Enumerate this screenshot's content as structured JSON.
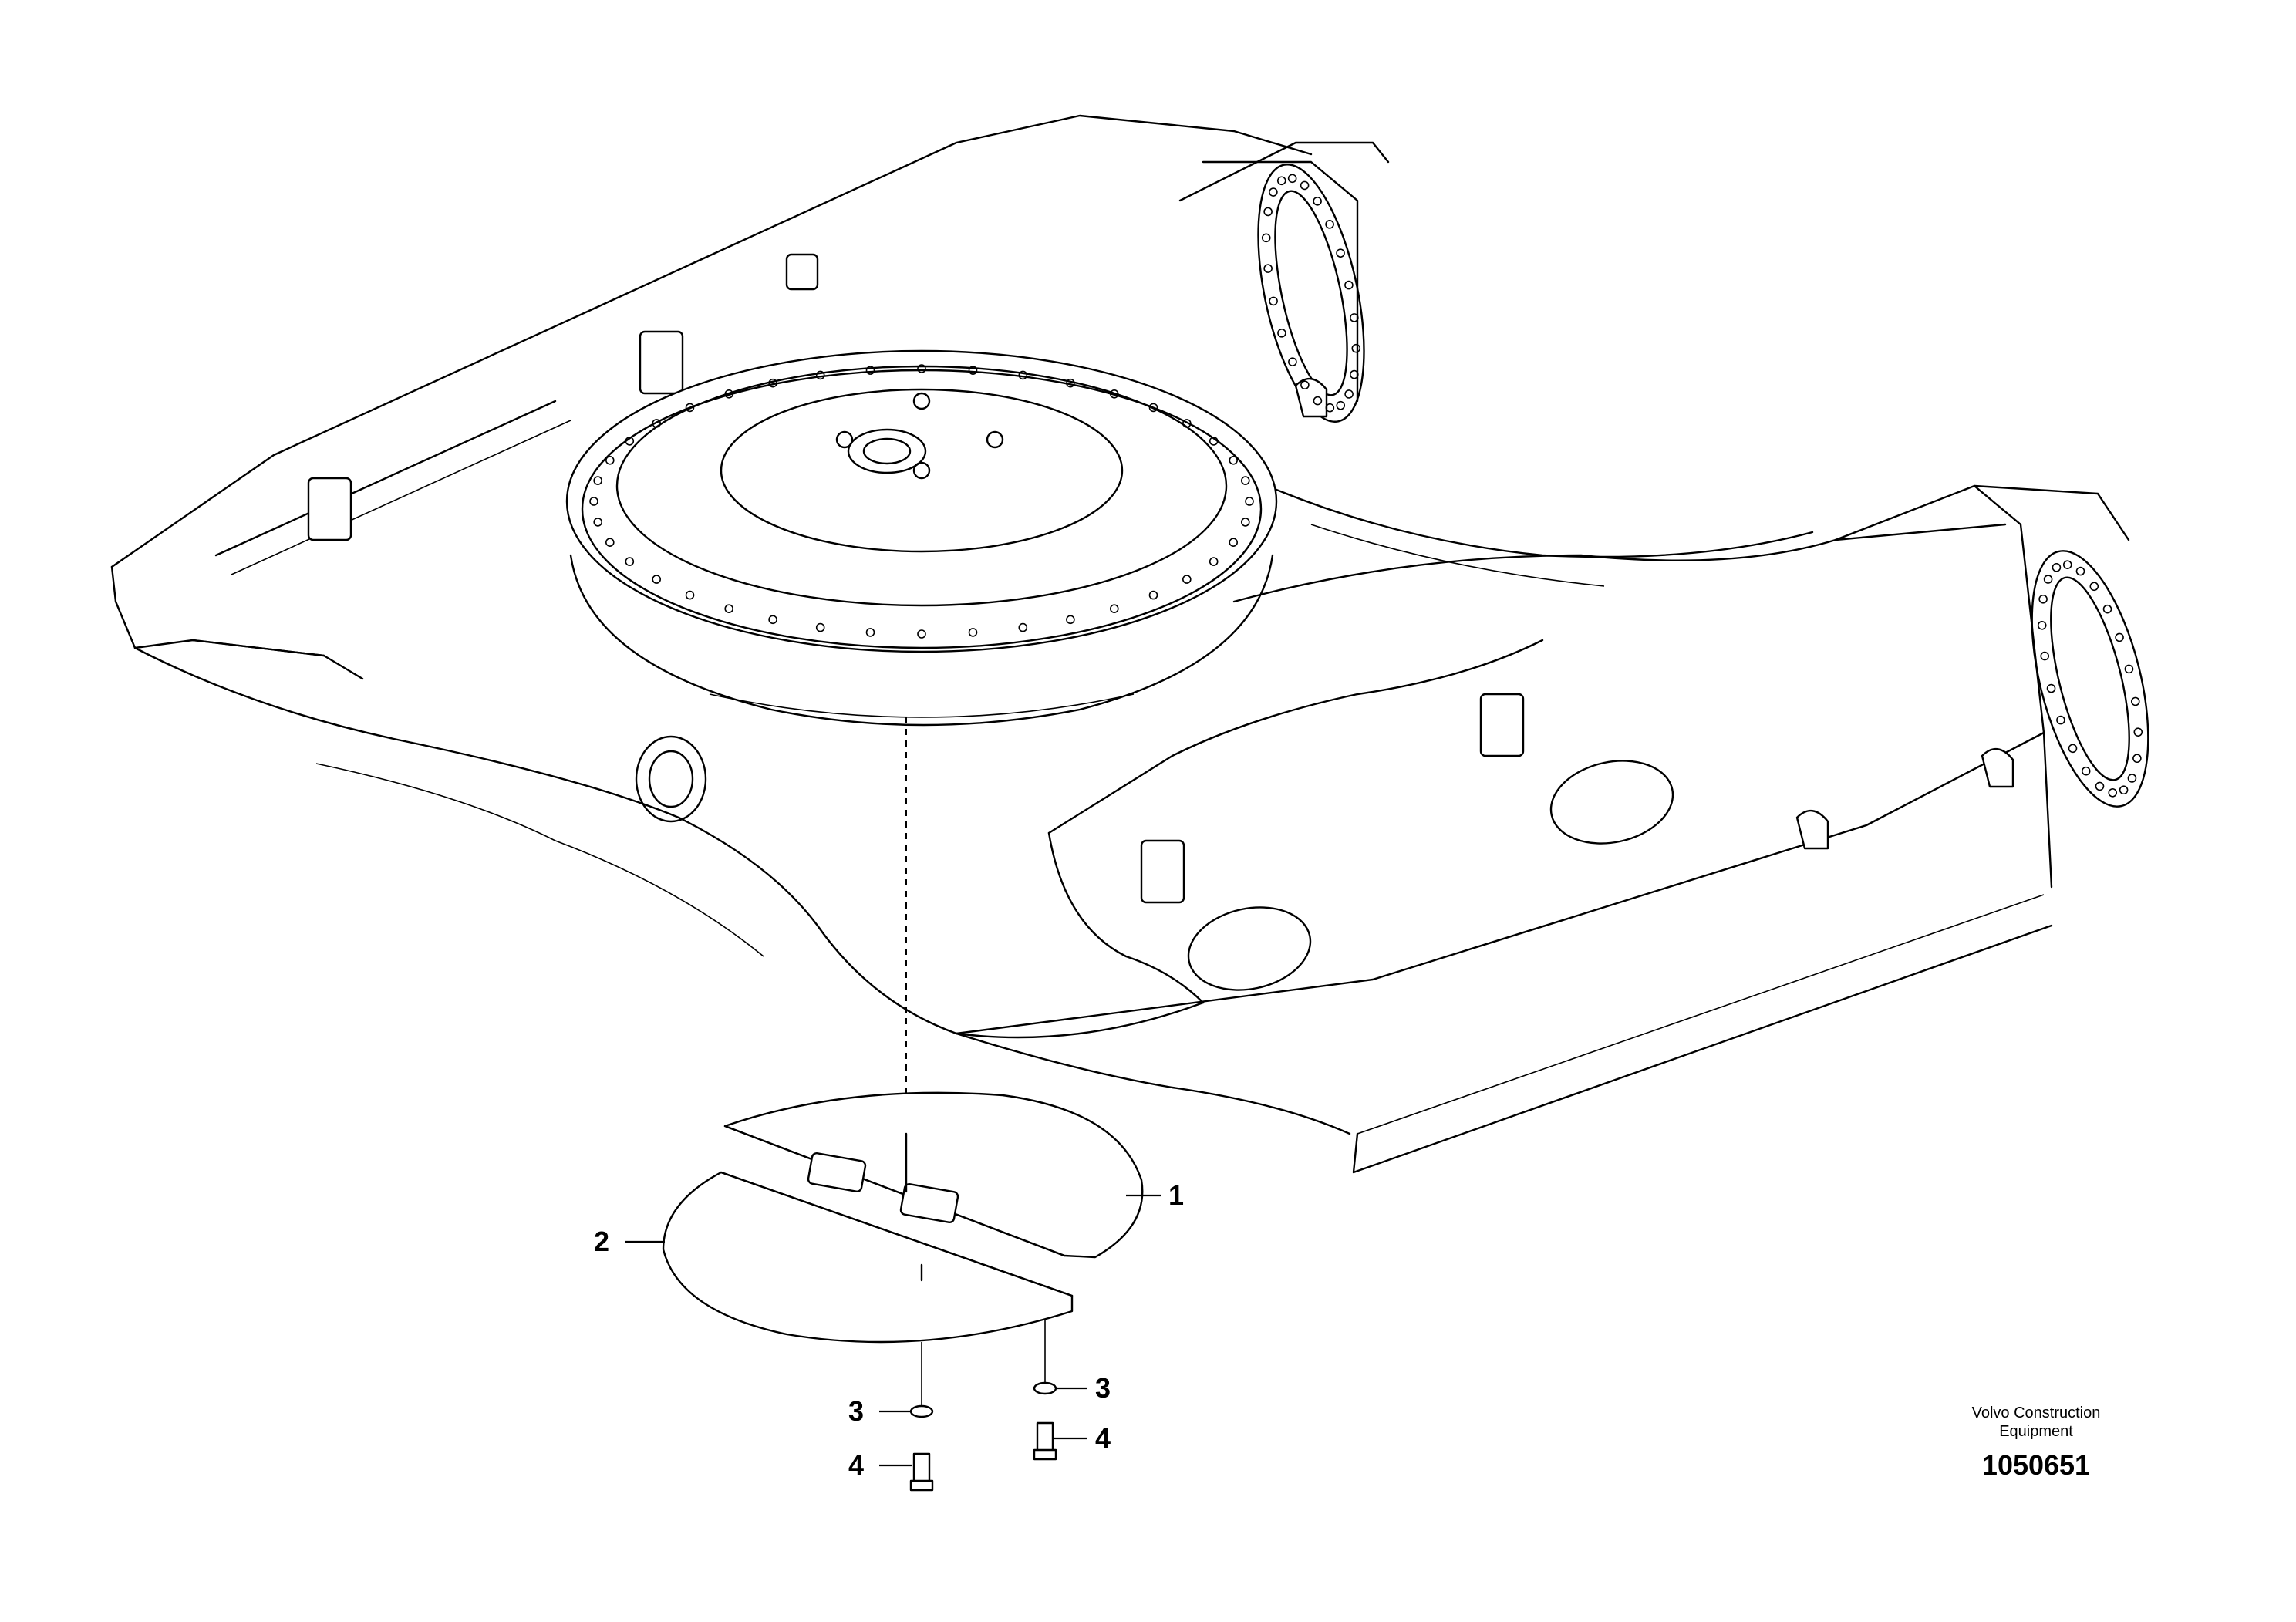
{
  "callouts": {
    "part1": "1",
    "part2": "2",
    "part3a": "3",
    "part3b": "3",
    "part4a": "4",
    "part4b": "4"
  },
  "publisher": {
    "line1": "Volvo Construction",
    "line2": "Equipment"
  },
  "reference_number": "1050651",
  "icons": [
    "undercarriage-frame",
    "cover-plate",
    "washer",
    "bolt"
  ]
}
